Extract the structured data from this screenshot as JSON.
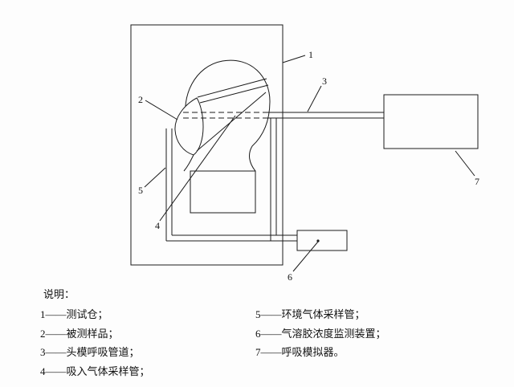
{
  "figure": {
    "callouts": [
      "1",
      "2",
      "3",
      "4",
      "5",
      "6",
      "7"
    ]
  },
  "legend": {
    "title": "说明：",
    "left": [
      "1——测试仓；",
      "2——被测样品；",
      "3——头模呼吸管道；",
      "4——吸入气体采样管；"
    ],
    "right": [
      "5——环境气体采样管；",
      "6——气溶胶浓度监测装置；",
      "7——呼吸模拟器。"
    ]
  }
}
